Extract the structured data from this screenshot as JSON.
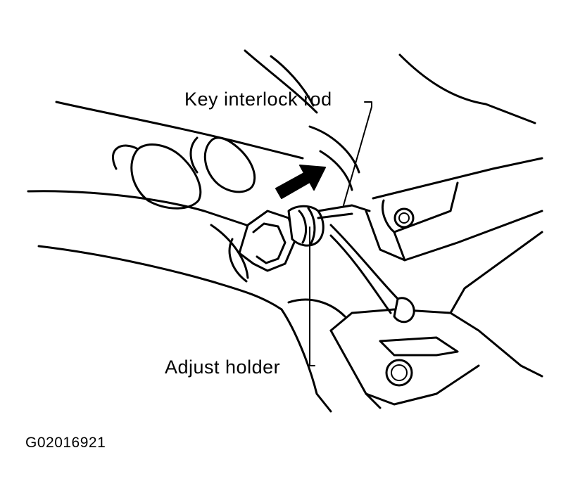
{
  "labels": {
    "key_interlock_rod": "Key interlock rod",
    "adjust_holder": "Adjust holder"
  },
  "figure_id": "G02016921",
  "colors": {
    "ink": "#000000",
    "paper": "#ffffff"
  }
}
